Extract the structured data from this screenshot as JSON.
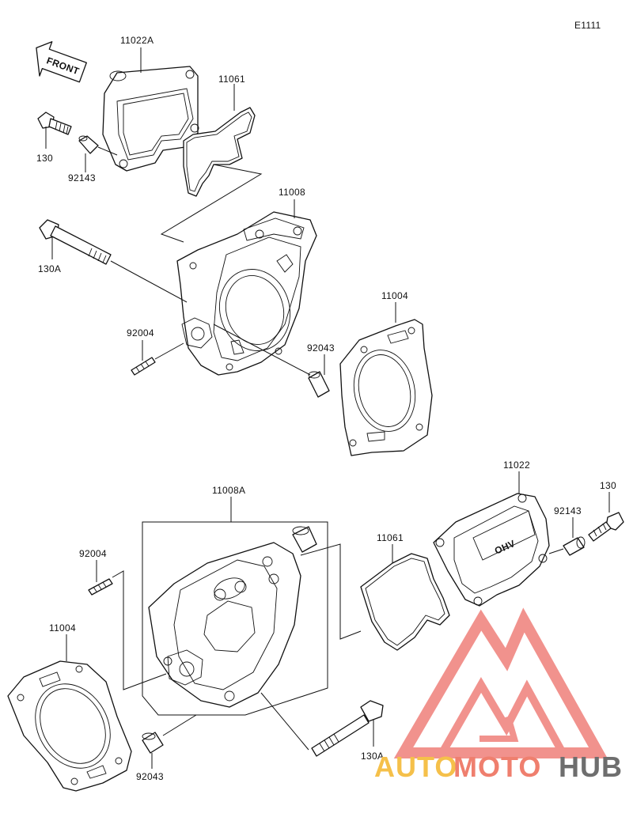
{
  "diagram_code": "E1111",
  "front_arrow_text": "FRONT",
  "labels": {
    "top_cover": "11022A",
    "top_cover_gasket": "11061",
    "top_bolt": "130",
    "top_collar": "92143",
    "top_head": "11008",
    "long_bolt_top": "130A",
    "top_stud": "92004",
    "top_dowel": "92043",
    "top_head_gasket": "11004",
    "bottom_head": "11008A",
    "bottom_cover": "11022",
    "bottom_bolt": "130",
    "bottom_collar": "92143",
    "bottom_cover_gasket": "11061",
    "bottom_stud": "92004",
    "bottom_head_gasket": "11004",
    "bottom_dowel": "92043",
    "long_bolt_bottom": "130A"
  },
  "cover_text": "OHV",
  "watermark": {
    "part1": "AUTO",
    "part2": "MOTO",
    "part3": "HUB",
    "color_auto": "#f5c04a",
    "color_moto": "#ef7f6e",
    "color_hub": "#6e6e6e",
    "logo_color": "#ef7f7a"
  }
}
